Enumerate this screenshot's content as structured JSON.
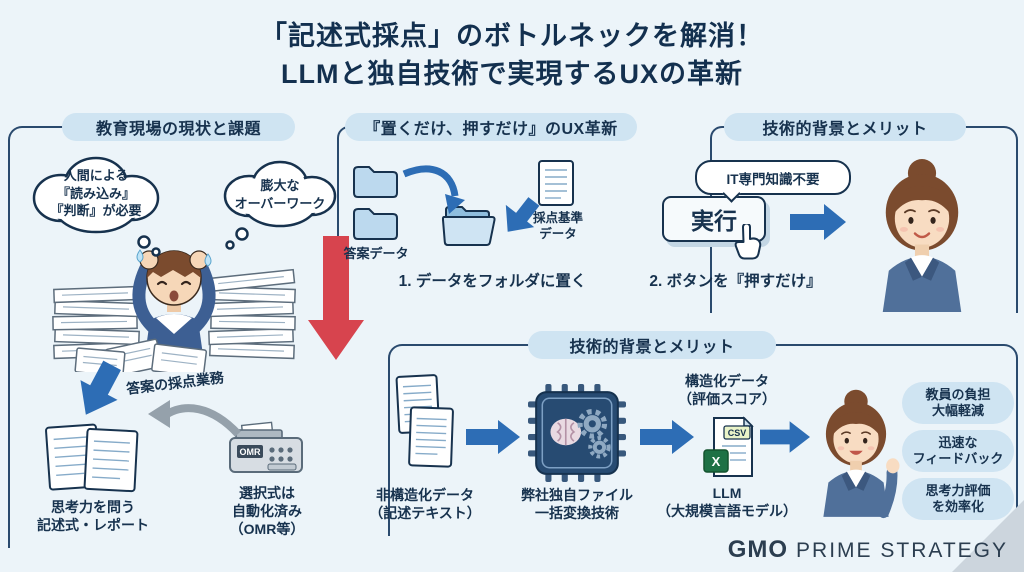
{
  "colors": {
    "background": "#ecf4f9",
    "navy_text": "#17324e",
    "header_pill_bg": "#cfe4f2",
    "red_arrow": "#d7444e",
    "blue_arrow": "#2d6db5"
  },
  "title": {
    "line1": "「記述式採点」のボトルネックを解消！",
    "line2": "LLMと独自技術で実現するUXの革新"
  },
  "sections": {
    "left": {
      "header": "教育現場の現状と課題",
      "bubble_left": "人間による\n『読み込み』\n『判断』が必要",
      "bubble_right": "膨大な\nオーバーワーク",
      "flow_label": "答案の採点業務",
      "essay_label": "思考力を問う\n記述式・レポート",
      "omr_label": "選択式は\n自動化済み\n（OMR等）",
      "omr_device": "OMR"
    },
    "ux": {
      "header": "『置くだけ、押すだけ』のUX革新",
      "folders_label": "答案データ",
      "criteria_label": "採点基準\nデータ",
      "step1": "1. データをフォルダに置く",
      "run_button": "実行",
      "step2": "2. ボタンを『押すだけ』",
      "no_expertise_bubble": "IT専門知識不要"
    },
    "right": {
      "header": "技術的背景とメリット"
    },
    "tech": {
      "header": "技術的背景とメリット",
      "unstructured_label": "非構造化データ\n（記述テキスト）",
      "converter_label": "弊社独自ファイル\n一括変換技術",
      "structured_label": "構造化データ\n（評価スコア）",
      "csv_icon_text": "CSV",
      "csv_x": "X",
      "llm_label": "LLM\n（大規模言語モデル）",
      "benefits": [
        "教員の負担\n大幅軽減",
        "迅速な\nフィードバック",
        "思考力評価\nを効率化"
      ]
    }
  },
  "footer": {
    "logo_bold": "GMO",
    "logo_text": "PRIME STRATEGY"
  }
}
